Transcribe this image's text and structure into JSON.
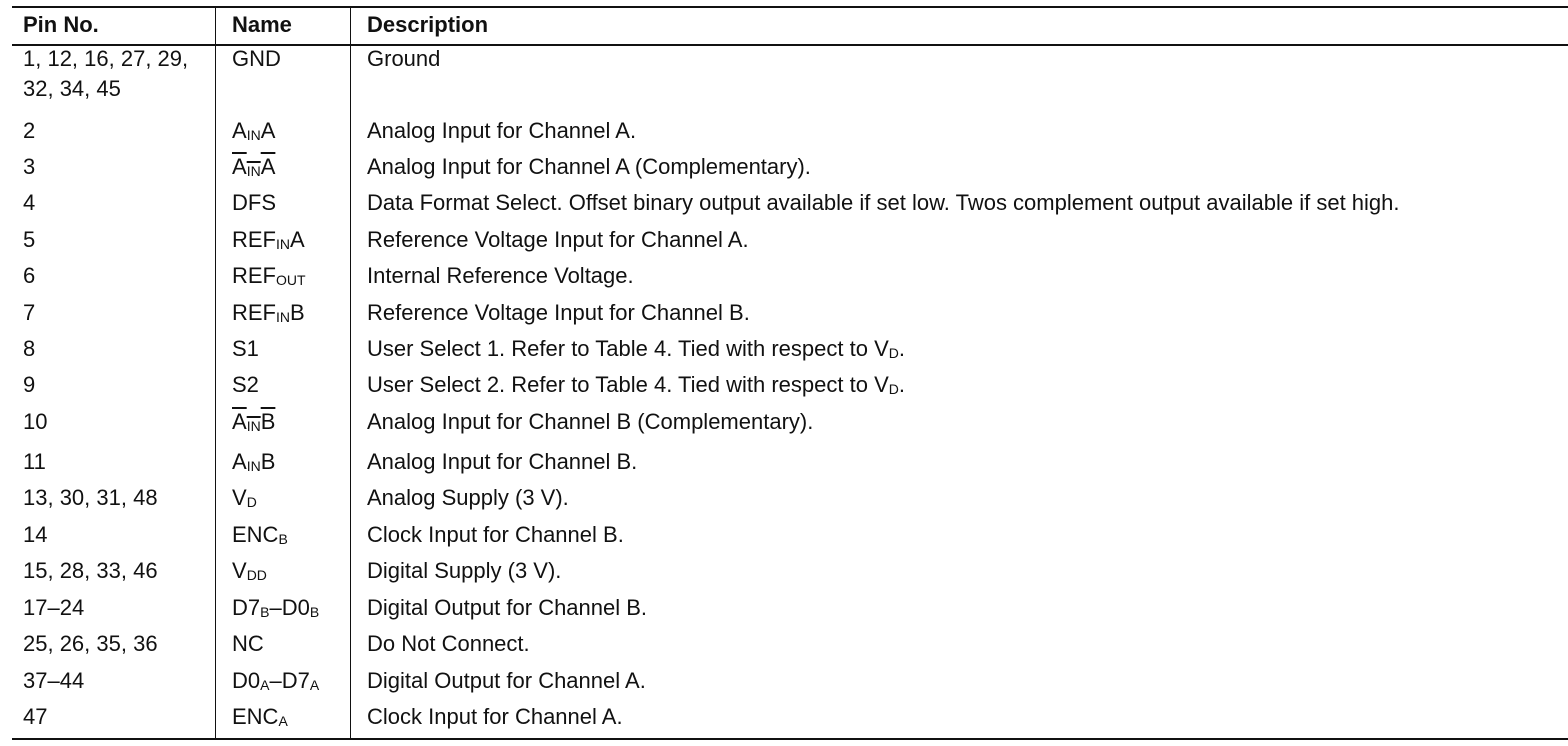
{
  "headers": {
    "pin": "Pin No.",
    "name": "Name",
    "description": "Description"
  },
  "rows": [
    {
      "pin": "1, 12, 16, 27, 29, 32, 34, 45",
      "name_main": "GND",
      "name_sub": "",
      "name_suffix": "",
      "name_sub2": "",
      "name_suffix2": "",
      "overline": false,
      "desc": "Ground"
    },
    {
      "pin": "2",
      "name_main": "A",
      "name_sub": "IN",
      "name_suffix": "A",
      "name_sub2": "",
      "name_suffix2": "",
      "overline": false,
      "desc": "Analog Input for Channel A."
    },
    {
      "pin": "3",
      "name_main": "A",
      "name_sub": "IN",
      "name_suffix": "A",
      "name_sub2": "",
      "name_suffix2": "",
      "overline": true,
      "desc": "Analog Input for Channel A (Complementary)."
    },
    {
      "pin": "4",
      "name_main": "DFS",
      "name_sub": "",
      "name_suffix": "",
      "name_sub2": "",
      "name_suffix2": "",
      "overline": false,
      "desc": "Data Format Select. Offset binary output available if set low. Twos complement output available if set high."
    },
    {
      "pin": "5",
      "name_main": "REF",
      "name_sub": "IN",
      "name_suffix": "A",
      "name_sub2": "",
      "name_suffix2": "",
      "overline": false,
      "desc": "Reference Voltage Input for Channel A."
    },
    {
      "pin": "6",
      "name_main": "REF",
      "name_sub": "OUT",
      "name_suffix": "",
      "name_sub2": "",
      "name_suffix2": "",
      "overline": false,
      "desc": "Internal Reference Voltage."
    },
    {
      "pin": "7",
      "name_main": "REF",
      "name_sub": "IN",
      "name_suffix": "B",
      "name_sub2": "",
      "name_suffix2": "",
      "overline": false,
      "desc": "Reference Voltage Input for Channel B."
    },
    {
      "pin": "8",
      "name_main": "S1",
      "name_sub": "",
      "name_suffix": "",
      "name_sub2": "",
      "name_suffix2": "",
      "overline": false,
      "desc": "User Select 1. Refer to Table 4. Tied with respect to V",
      "desc_sub": "D",
      "desc_after": "."
    },
    {
      "pin": "9",
      "name_main": "S2",
      "name_sub": "",
      "name_suffix": "",
      "name_sub2": "",
      "name_suffix2": "",
      "overline": false,
      "desc": "User Select 2. Refer to Table 4. Tied with respect to V",
      "desc_sub": "D",
      "desc_after": "."
    },
    {
      "pin": "10",
      "name_main": "A",
      "name_sub": "IN",
      "name_suffix": "B",
      "name_sub2": "",
      "name_suffix2": "",
      "overline": true,
      "desc": "Analog Input for Channel B (Complementary)."
    },
    {
      "pin": "11",
      "name_main": "A",
      "name_sub": "IN",
      "name_suffix": "B",
      "name_sub2": "",
      "name_suffix2": "",
      "overline": false,
      "desc": "Analog Input for Channel B."
    },
    {
      "pin": "13, 30, 31, 48",
      "name_main": "V",
      "name_sub": "D",
      "name_suffix": "",
      "name_sub2": "",
      "name_suffix2": "",
      "overline": false,
      "desc": "Analog Supply (3 V)."
    },
    {
      "pin": "14",
      "name_main": "ENC",
      "name_sub": "B",
      "name_suffix": "",
      "name_sub2": "",
      "name_suffix2": "",
      "overline": false,
      "desc": "Clock Input for Channel B."
    },
    {
      "pin": "15, 28, 33, 46",
      "name_main": "V",
      "name_sub": "DD",
      "name_suffix": "",
      "name_sub2": "",
      "name_suffix2": "",
      "overline": false,
      "desc": "Digital Supply (3 V)."
    },
    {
      "pin": "17–24",
      "name_main": "D7",
      "name_sub": "B",
      "name_suffix": "–D0",
      "name_sub2": "B",
      "name_suffix2": "",
      "overline": false,
      "desc": "Digital Output for Channel B."
    },
    {
      "pin": "25, 26, 35, 36",
      "name_main": "NC",
      "name_sub": "",
      "name_suffix": "",
      "name_sub2": "",
      "name_suffix2": "",
      "overline": false,
      "desc": "Do Not Connect."
    },
    {
      "pin": "37–44",
      "name_main": "D0",
      "name_sub": "A",
      "name_suffix": "–D7",
      "name_sub2": "A",
      "name_suffix2": "",
      "overline": false,
      "desc": "Digital Output for Channel A."
    },
    {
      "pin": "47",
      "name_main": "ENC",
      "name_sub": "A",
      "name_suffix": "",
      "name_sub2": "",
      "name_suffix2": "",
      "overline": false,
      "desc": "Clock Input for Channel A."
    }
  ]
}
